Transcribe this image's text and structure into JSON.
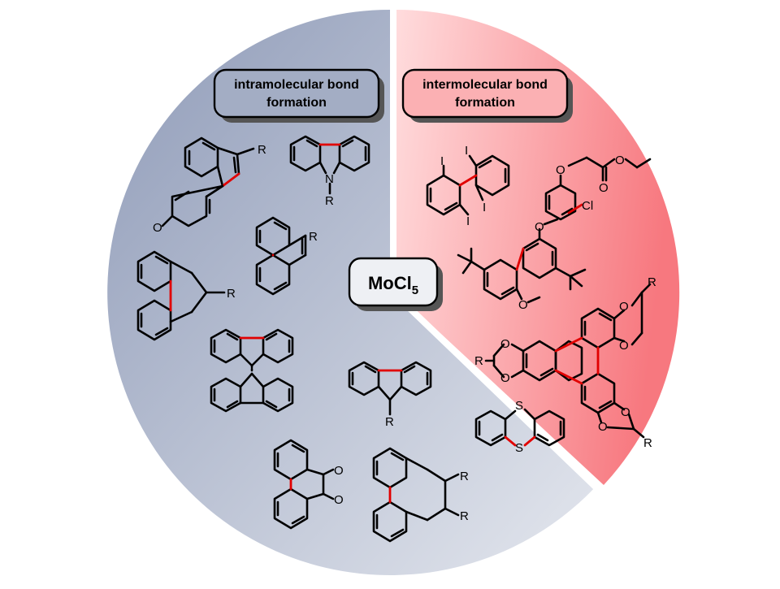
{
  "labels": {
    "intramolecular": [
      "intramolecular bond",
      "formation"
    ],
    "intermolecular": [
      "intermolecular bond",
      "formation"
    ],
    "reagent": "MoCl",
    "reagent_subscript": "5"
  },
  "atoms": {
    "r": "R",
    "o": "O",
    "n": "N",
    "s": "S",
    "i": "I",
    "cl": "Cl"
  },
  "colors": {
    "intra_sector": "#9aa5bf",
    "intra_sector_light": "#dde1ea",
    "inter_sector": "#f47f84",
    "inter_sector_light": "#ffd3d5",
    "new_bond": "#e10000"
  }
}
